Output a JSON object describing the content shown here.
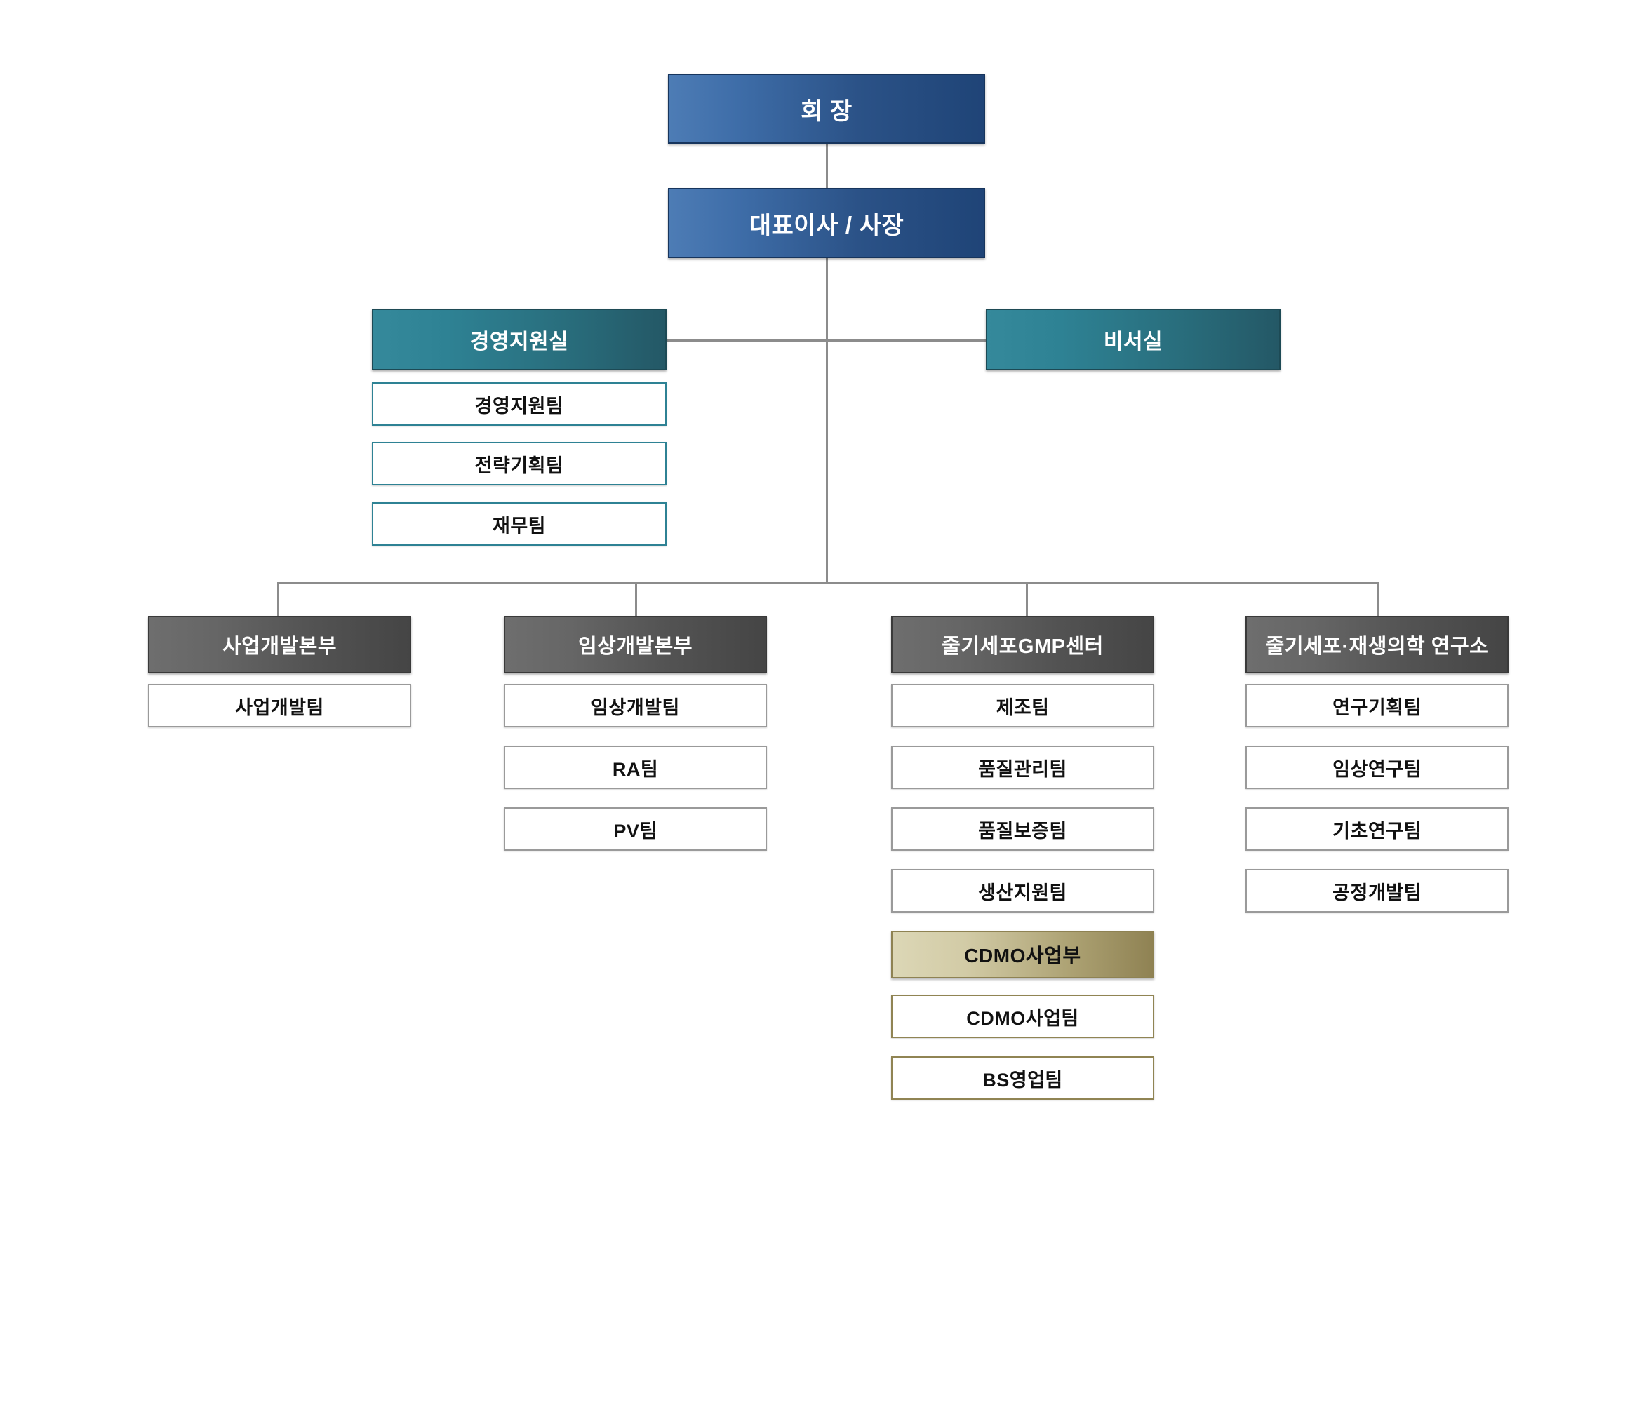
{
  "chart": {
    "type": "organization-chart",
    "title": "",
    "background_color": "#FFFFFF",
    "palette": {
      "executive_fill_left": "#4D7CB5",
      "executive_fill_right": "#1F4477",
      "office_fill_left": "#2E8294",
      "office_fill_right": "#245866",
      "division_fill_left": "#6E6E6E",
      "division_fill_right": "#454545",
      "cdmo_fill_left": "#DCD7B6",
      "cdmo_fill_right": "#8F8253",
      "team_border": "#9A9A9A",
      "connector_line": "#8C8C8C"
    }
  },
  "executive": {
    "chairman": "회 장",
    "ceo": "대표이사 / 사장"
  },
  "staff_offices": [
    {
      "id": "management-support-office",
      "label": "경영지원실",
      "teams": [
        {
          "label": "경영지원팀"
        },
        {
          "label": "전략기획팀"
        },
        {
          "label": "재무팀"
        }
      ]
    },
    {
      "id": "secretariat",
      "label": "비서실",
      "teams": []
    }
  ],
  "divisions": [
    {
      "id": "business-development-division",
      "label": "사업개발본부",
      "teams": [
        {
          "label": "사업개발팀"
        }
      ]
    },
    {
      "id": "clinical-development-division",
      "label": "임상개발본부",
      "teams": [
        {
          "label": "임상개발팀"
        },
        {
          "label": "RA팀"
        },
        {
          "label": "PV팀"
        }
      ]
    },
    {
      "id": "stem-cell-gmp-center",
      "label": "줄기세포GMP센터",
      "teams": [
        {
          "label": "제조팀"
        },
        {
          "label": "품질관리팀"
        },
        {
          "label": "품질보증팀"
        },
        {
          "label": "생산지원팀"
        }
      ],
      "sub_unit": {
        "label": "CDMO사업부",
        "teams": [
          {
            "label": "CDMO사업팀"
          },
          {
            "label": "BS영업팀"
          }
        ]
      }
    },
    {
      "id": "stem-cell-regenerative-medicine-institute",
      "label": "줄기세포·재생의학 연구소",
      "teams": [
        {
          "label": "연구기획팀"
        },
        {
          "label": "임상연구팀"
        },
        {
          "label": "기초연구팀"
        },
        {
          "label": "공정개발팀"
        }
      ]
    }
  ]
}
